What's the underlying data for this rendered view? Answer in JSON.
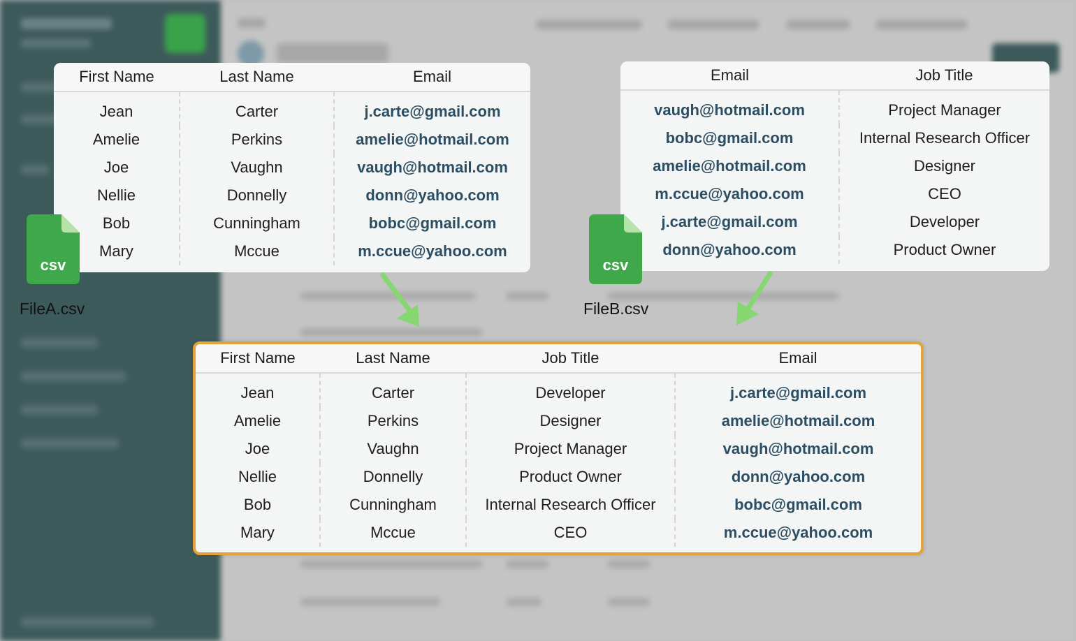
{
  "file_a": {
    "name": "FileA.csv",
    "icon_label": "csv",
    "headers": [
      "First Name",
      "Last Name",
      "Email"
    ],
    "rows": [
      [
        "Jean",
        "Carter",
        "j.carte@gmail.com"
      ],
      [
        "Amelie",
        "Perkins",
        "amelie@hotmail.com"
      ],
      [
        "Joe",
        "Vaughn",
        "vaugh@hotmail.com"
      ],
      [
        "Nellie",
        "Donnelly",
        "donn@yahoo.com"
      ],
      [
        "Bob",
        "Cunningham",
        "bobc@gmail.com"
      ],
      [
        "Mary",
        "Mccue",
        "m.ccue@yahoo.com"
      ]
    ]
  },
  "file_b": {
    "name": "FileB.csv",
    "icon_label": "csv",
    "headers": [
      "Email",
      "Job Title"
    ],
    "rows": [
      [
        "vaugh@hotmail.com",
        "Project Manager"
      ],
      [
        "bobc@gmail.com",
        "Internal Research Officer"
      ],
      [
        "amelie@hotmail.com",
        "Designer"
      ],
      [
        "m.ccue@yahoo.com",
        "CEO"
      ],
      [
        "j.carte@gmail.com",
        "Developer"
      ],
      [
        "donn@yahoo.com",
        "Product Owner"
      ]
    ]
  },
  "merged": {
    "headers": [
      "First Name",
      "Last Name",
      "Job Title",
      "Email"
    ],
    "rows": [
      [
        "Jean",
        "Carter",
        "Developer",
        "j.carte@gmail.com"
      ],
      [
        "Amelie",
        "Perkins",
        "Designer",
        "amelie@hotmail.com"
      ],
      [
        "Joe",
        "Vaughn",
        "Project Manager",
        "vaugh@hotmail.com"
      ],
      [
        "Nellie",
        "Donnelly",
        "Product Owner",
        "donn@yahoo.com"
      ],
      [
        "Bob",
        "Cunningham",
        "Internal Research Officer",
        "bobc@gmail.com"
      ],
      [
        "Mary",
        "Mccue",
        "CEO",
        "m.ccue@yahoo.com"
      ]
    ]
  },
  "colors": {
    "csv_icon": "#3fa84a",
    "arrow": "#86d672",
    "merged_border": "#e3a33a",
    "email_text": "#2c4e63"
  }
}
